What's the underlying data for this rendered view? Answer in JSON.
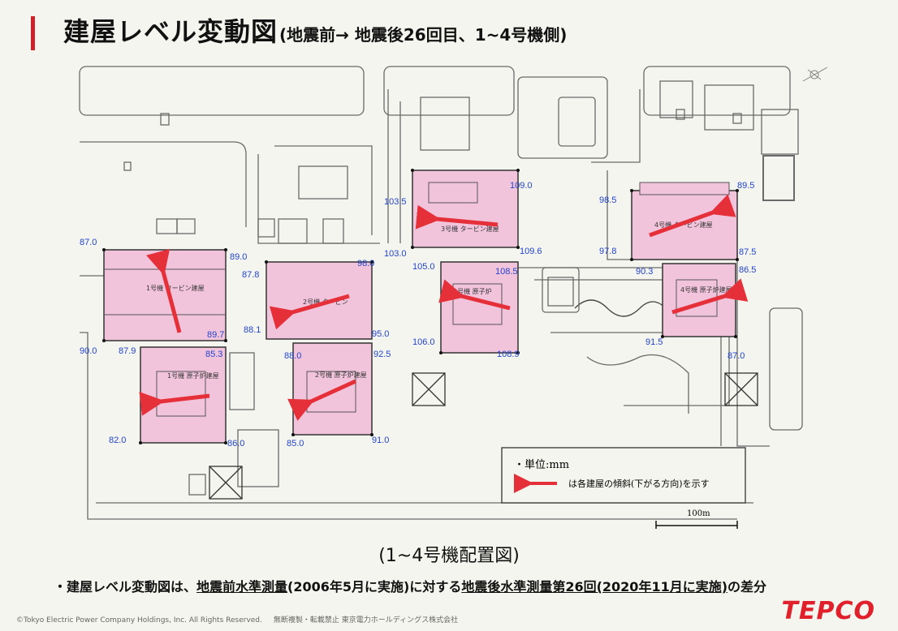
{
  "title": {
    "main": "建屋レベル変動図",
    "sub": "(地震前→ 地震後26回目、1~4号機側)"
  },
  "buildings": {
    "u1_turbine": "1号機 タービン建屋",
    "u1_reactor": "1号機 原子炉建屋",
    "u2_turbine": "2号機 タービン",
    "u2_reactor": "2号機 原子炉建屋",
    "u3_turbine": "3号機 タービン建屋",
    "u3_reactor": "3号機 原子炉",
    "u4_turbine": "4号機 タービン建屋",
    "u4_reactor": "4号機 原子炉建屋"
  },
  "levels": {
    "l01": "87.0",
    "l02": "89.0",
    "l03": "98.0",
    "l04": "87.8",
    "l05": "90.0",
    "l06": "87.9",
    "l07": "89.7",
    "l08": "85.3",
    "l09": "88.1",
    "l10": "88.0",
    "l11": "95.0",
    "l12": "92.5",
    "l13": "82.0",
    "l14": "86.0",
    "l15": "85.0",
    "l16": "91.0",
    "l17": "103.5",
    "l18": "109.0",
    "l19": "103.0",
    "l20": "105.0",
    "l21": "109.6",
    "l22": "108.5",
    "l23": "106.0",
    "l24": "108.9",
    "l25": "98.5",
    "l26": "89.5",
    "l27": "97.8",
    "l28": "90.3",
    "l29": "87.5",
    "l30": "86.5",
    "l31": "91.5",
    "l32": "87.0"
  },
  "legend": {
    "unit": "・単位:mm",
    "bullet": "・",
    "desc": "は各建屋の傾斜(下がる方向)を示す",
    "scale": "100m"
  },
  "caption": "(1~4号機配置図)",
  "note": {
    "p1": "・建屋レベル変動図は、",
    "p2": "地震前水準測量",
    "p3": "(2006年5月に実施)に対する",
    "p4": "地震後水準測量第26回(2020年11月に実施)",
    "p5": "の差分"
  },
  "footer": {
    "copyright": "©Tokyo Electric Power Company Holdings, Inc. All Rights Reserved.",
    "notice": "無断複製・転載禁止 東京電力ホールディングス株式会社",
    "logo": "TEPCO"
  },
  "colors": {
    "accent": "#d0202a",
    "building_fill": "#f2c4dc",
    "arrow": "#e5303a",
    "level_text": "#2244cc"
  }
}
